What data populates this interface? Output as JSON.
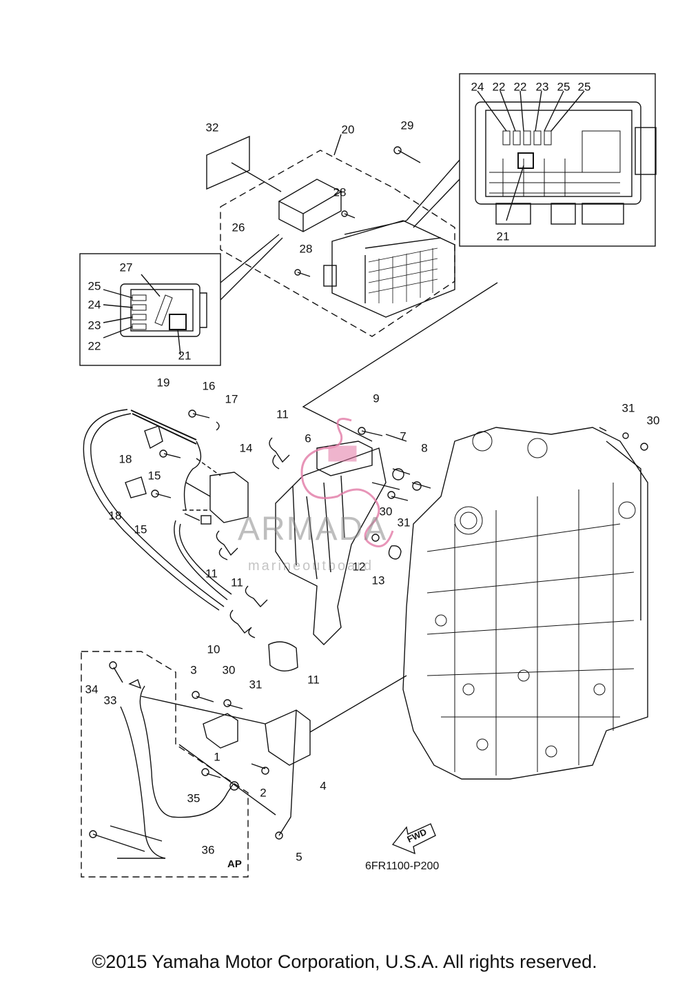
{
  "diagram": {
    "code": "6FR1100-P200",
    "copyright": "©2015 Yamaha Motor Corporation, U.S.A. All rights reserved.",
    "watermark": {
      "title": "ARMADA",
      "subtitle": "marineoutboard"
    },
    "fwd_label": "FWD",
    "ap_label": "AP",
    "callouts": {
      "c32": "32",
      "c20": "20",
      "c29": "29",
      "c28a": "28",
      "c28b": "28",
      "c26": "26",
      "i24": "24",
      "i22a": "22",
      "i22b": "22",
      "i23": "23",
      "i25a": "25",
      "i25b": "25",
      "i21": "21",
      "l27": "27",
      "l25": "25",
      "l24": "24",
      "l23": "23",
      "l22": "22",
      "l21": "21",
      "c19": "19",
      "c16": "16",
      "c17": "17",
      "c11a": "11",
      "c9": "9",
      "c6": "6",
      "c7": "7",
      "c8": "8",
      "c31a": "31",
      "c30a": "30",
      "c18a": "18",
      "c14": "14",
      "c15a": "15",
      "c18b": "18",
      "c15b": "15",
      "c30b": "30",
      "c31b": "31",
      "c11b": "11",
      "c12": "12",
      "c13": "13",
      "c11c": "11",
      "c10": "10",
      "c11d": "11",
      "c34": "34",
      "c33": "33",
      "c3": "3",
      "c30c": "30",
      "c31c": "31",
      "c1": "1",
      "c4": "4",
      "c2": "2",
      "c35": "35",
      "c36": "36",
      "c5": "5"
    }
  }
}
